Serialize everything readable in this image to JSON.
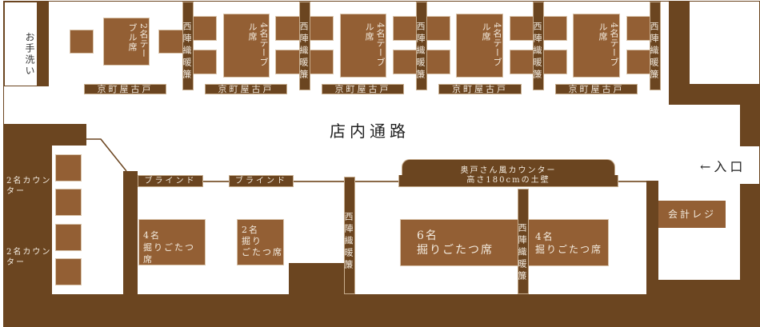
{
  "restroom": "お手洗い",
  "top_tables": [
    "2名テーブル席",
    "4名テーブル席",
    "4名テーブル席",
    "4名テーブル席",
    "4名テーブル席"
  ],
  "noren": "西陣織暖簾",
  "door": "京町屋古戸",
  "aisle": "店内通路",
  "entrance": "←入口",
  "counter_seats": [
    "2名カウンター",
    "2名カウンター"
  ],
  "blind": "ブラインド",
  "okudo_counter": {
    "line1": "奥戸さん風カウンター",
    "line2": "高さ180cmの土壁"
  },
  "register": "会計レジ",
  "horigotatsu": [
    {
      "count": "4名",
      "label": "掘りごたつ席"
    },
    {
      "count": "2名",
      "label1": "掘り",
      "label2": "ごたつ席"
    },
    {
      "count": "6名",
      "label": "掘りごたつ席"
    },
    {
      "count": "4名",
      "label": "掘りごたつ席"
    }
  ],
  "colors": {
    "wall": "#6b4520",
    "table": "#935f34"
  }
}
